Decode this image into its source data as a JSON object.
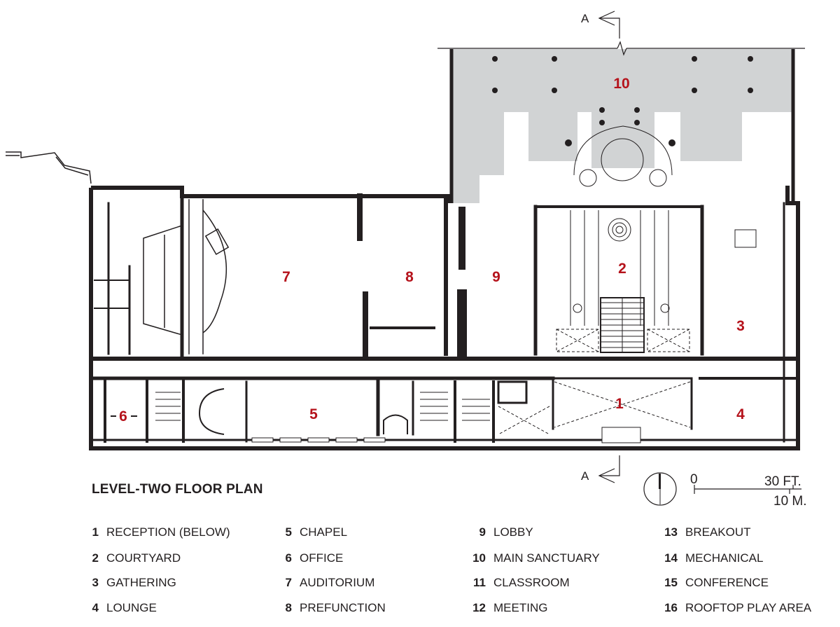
{
  "title": "LEVEL-TWO FLOOR PLAN",
  "section_marks": [
    "A",
    "A"
  ],
  "scale": {
    "zero": "0",
    "feet": "30 FT.",
    "meters": "10 M."
  },
  "rooms": [
    {
      "num": "1"
    },
    {
      "num": "2"
    },
    {
      "num": "3"
    },
    {
      "num": "4"
    },
    {
      "num": "5"
    },
    {
      "num": "6"
    },
    {
      "num": "7"
    },
    {
      "num": "8"
    },
    {
      "num": "9"
    },
    {
      "num": "10"
    }
  ],
  "legend": [
    {
      "num": "1",
      "label": "RECEPTION (BELOW)"
    },
    {
      "num": "2",
      "label": "COURTYARD"
    },
    {
      "num": "3",
      "label": "GATHERING"
    },
    {
      "num": "4",
      "label": "LOUNGE"
    },
    {
      "num": "5",
      "label": "CHAPEL"
    },
    {
      "num": "6",
      "label": "OFFICE"
    },
    {
      "num": "7",
      "label": "AUDITORIUM"
    },
    {
      "num": "8",
      "label": "PREFUNCTION"
    },
    {
      "num": "9",
      "label": "LOBBY"
    },
    {
      "num": "10",
      "label": "MAIN SANCTUARY"
    },
    {
      "num": "11",
      "label": "CLASSROOM"
    },
    {
      "num": "12",
      "label": "MEETING"
    },
    {
      "num": "13",
      "label": "BREAKOUT"
    },
    {
      "num": "14",
      "label": "MECHANICAL"
    },
    {
      "num": "15",
      "label": "CONFERENCE"
    },
    {
      "num": "16",
      "label": "ROOFTOP PLAY AREA"
    }
  ],
  "colors": {
    "wall": "#231f20",
    "accent": "#b5121b",
    "shaded": "#d1d3d4",
    "background": "#ffffff"
  }
}
